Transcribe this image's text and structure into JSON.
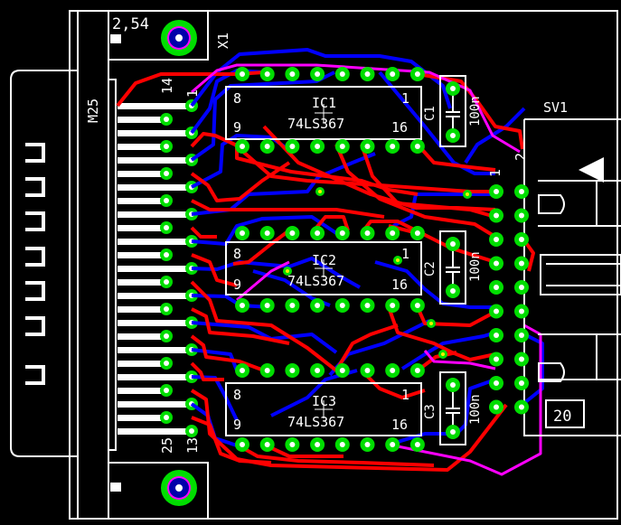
{
  "colors": {
    "background": "#000000",
    "outline": "#ffffff",
    "top_copper": "#ff0000",
    "bottom_copper": "#0000ff",
    "pad": "#00dd00",
    "drill": "#ffffff",
    "via": "#ffee00",
    "ground_trace": "#ff00ff"
  },
  "connector_x1": {
    "name": "X1",
    "type": "M25",
    "pitch": "2,54",
    "pin_labels": {
      "top_left": "14",
      "top_right": "1",
      "bottom_left": "25",
      "bottom_right": "13"
    }
  },
  "chips": [
    {
      "name": "IC1",
      "part": "74LS367",
      "pin8": "8",
      "pin1": "1",
      "pin9": "9",
      "pin16": "16"
    },
    {
      "name": "IC2",
      "part": "74LS367",
      "pin8": "8",
      "pin1": "1",
      "pin9": "9",
      "pin16": "16"
    },
    {
      "name": "IC3",
      "part": "74LS367",
      "pin8": "8",
      "pin1": "1",
      "pin9": "9",
      "pin16": "16"
    }
  ],
  "capacitors": [
    {
      "name": "C1",
      "value": "100n"
    },
    {
      "name": "C2",
      "value": "100n"
    },
    {
      "name": "C3",
      "value": "100n"
    }
  ],
  "header_sv1": {
    "name": "SV1",
    "pin1": "1",
    "pin2": "2",
    "pin_count": "20"
  }
}
